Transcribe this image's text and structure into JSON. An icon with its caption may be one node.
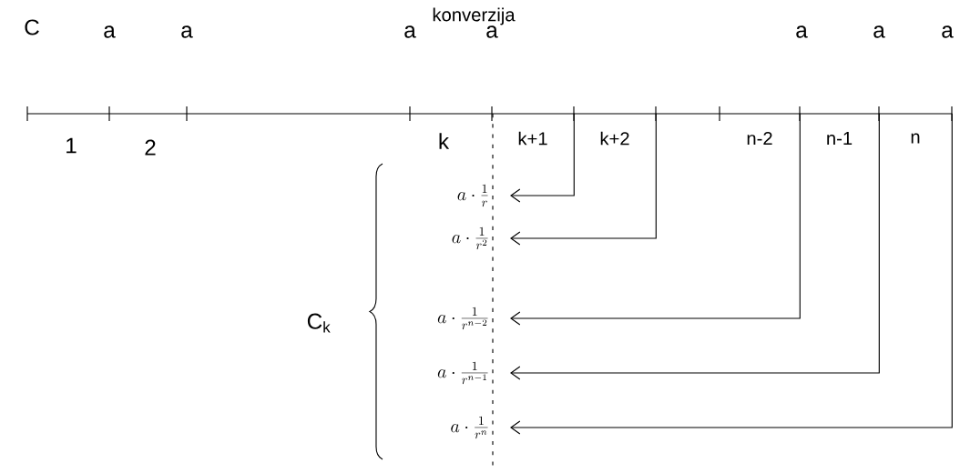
{
  "diagram": {
    "nodes": [
      {
        "text": [
          "k+1"
        ]
      },
      {
        "text": [
          "k+2"
        ]
      },
      {
        "text": [
          "n-2"
        ]
      },
      {
        "text": [
          "n-1"
        ]
      },
      {
        "text": [
          "n"
        ]
      },
      {
        "text": [
          "a \\cdot \\frac{1}{r}"
        ]
      },
      {
        "text": [
          "a \\cdot \\frac{1}{r^{2}}"
        ]
      },
      {
        "text": [
          "a \\cdot \\frac{1}{r^{n-2}}"
        ]
      },
      {
        "text": [
          "a \\cdot \\frac{1}{r^{n-1}}"
        ]
      },
      {
        "text": [
          "a \\cdot \\frac{1}{r^{n}}"
        ]
      }
    ],
    "edges": [
      {
        "from": 0,
        "to": 5,
        "arrow": "to"
      },
      {
        "from": 1,
        "to": 6,
        "arrow": "to"
      },
      {
        "from": 2,
        "to": 7,
        "arrow": "to"
      },
      {
        "from": 3,
        "to": 8,
        "arrow": "to"
      },
      {
        "from": 4,
        "to": 9,
        "arrow": "to"
      }
    ],
    "labels": [
      "konverzija",
      "C",
      "a",
      "a",
      "a",
      "a",
      "a",
      "a",
      "a",
      "1",
      "2",
      "k",
      "C$_{k}$"
    ]
  }
}
